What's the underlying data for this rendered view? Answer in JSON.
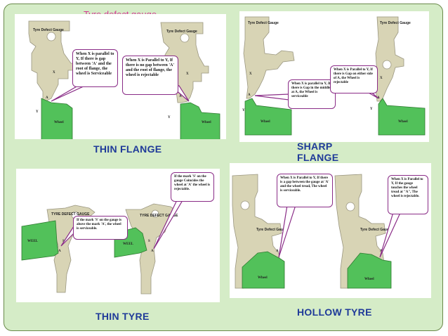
{
  "annotation": {
    "label": "Tyre defect gauge",
    "color": "#d33a94"
  },
  "colors": {
    "background": "#d5ecc7",
    "gauge": "#d8d4b5",
    "wheel": "#52c15a",
    "callout_border": "#8a2c87",
    "caption": "#1f3a99"
  },
  "panels": {
    "thin_flange": {
      "caption": "THIN  FLANGE",
      "left": {
        "gauge_label": "Tyre Defect Gauge",
        "wheel_label": "Wheel",
        "marks": [
          "X",
          "A",
          "Y"
        ],
        "callout": "When X is parallel to Y, If there is gap between 'A' and the root of flange, the wheel is Serviceable"
      },
      "right": {
        "gauge_label": "Tyre Defect Gauge",
        "wheel_label": "Wheel",
        "marks": [
          "X",
          "A",
          "Y"
        ],
        "callout": "When X is Parallel to Y, If there is no gap between 'A' and the root of flange, the wheel is rejectable"
      }
    },
    "sharp_flange": {
      "caption": "SHARP FLANGE",
      "left": {
        "gauge_label": "Tyre Defect Gauge",
        "wheel_label": "Wheel",
        "marks": [
          "X",
          "A",
          "Y"
        ],
        "callout": "When X is parallel to Y, If there is Gap in the middle at A, the Wheel is serviceable"
      },
      "right": {
        "gauge_label": "Tyre Defect Gauge",
        "wheel_label": "Wheel",
        "marks": [
          "X",
          "A",
          "Y"
        ],
        "callout": "When X is Parallel to Y, If there is Gap on either side of A, the Wheel is rejectable"
      }
    },
    "thin_tyre": {
      "caption": "THIN  TYRE",
      "left": {
        "gauge_label": "TYRE DEFECT GAUGE",
        "wheel_label": "WEEL",
        "marks": [
          "S",
          "A"
        ],
        "callout": "If the mark 'S' on the gauge is above the mark 'A', the wheel is serviceable."
      },
      "right": {
        "gauge_label": "TYRE DEFECT GAUGE",
        "wheel_label": "WEEL",
        "marks": [
          "S",
          "A"
        ],
        "callout": "If the mark 'S' on the gauge Coincides the wheel at 'A' the wheel is rejectable."
      }
    },
    "hollow_tyre": {
      "caption": "HOLLOW  TYRE",
      "left": {
        "gauge_label": "Tyre Defect Gauge",
        "wheel_label": "Wheel",
        "marks": [
          "A"
        ],
        "callout": "When X is Parallel to Y, If there is a gap between the gauge at 'A' and the wheel tread, The wheel is serviceable."
      },
      "right": {
        "gauge_label": "Tyre Defect Gauge",
        "wheel_label": "Wheel",
        "marks": [
          "A"
        ],
        "callout": "When X is Parallel to Y, If the gauge touches the wheel tread at \"A\", The wheel is rejectable."
      }
    }
  }
}
